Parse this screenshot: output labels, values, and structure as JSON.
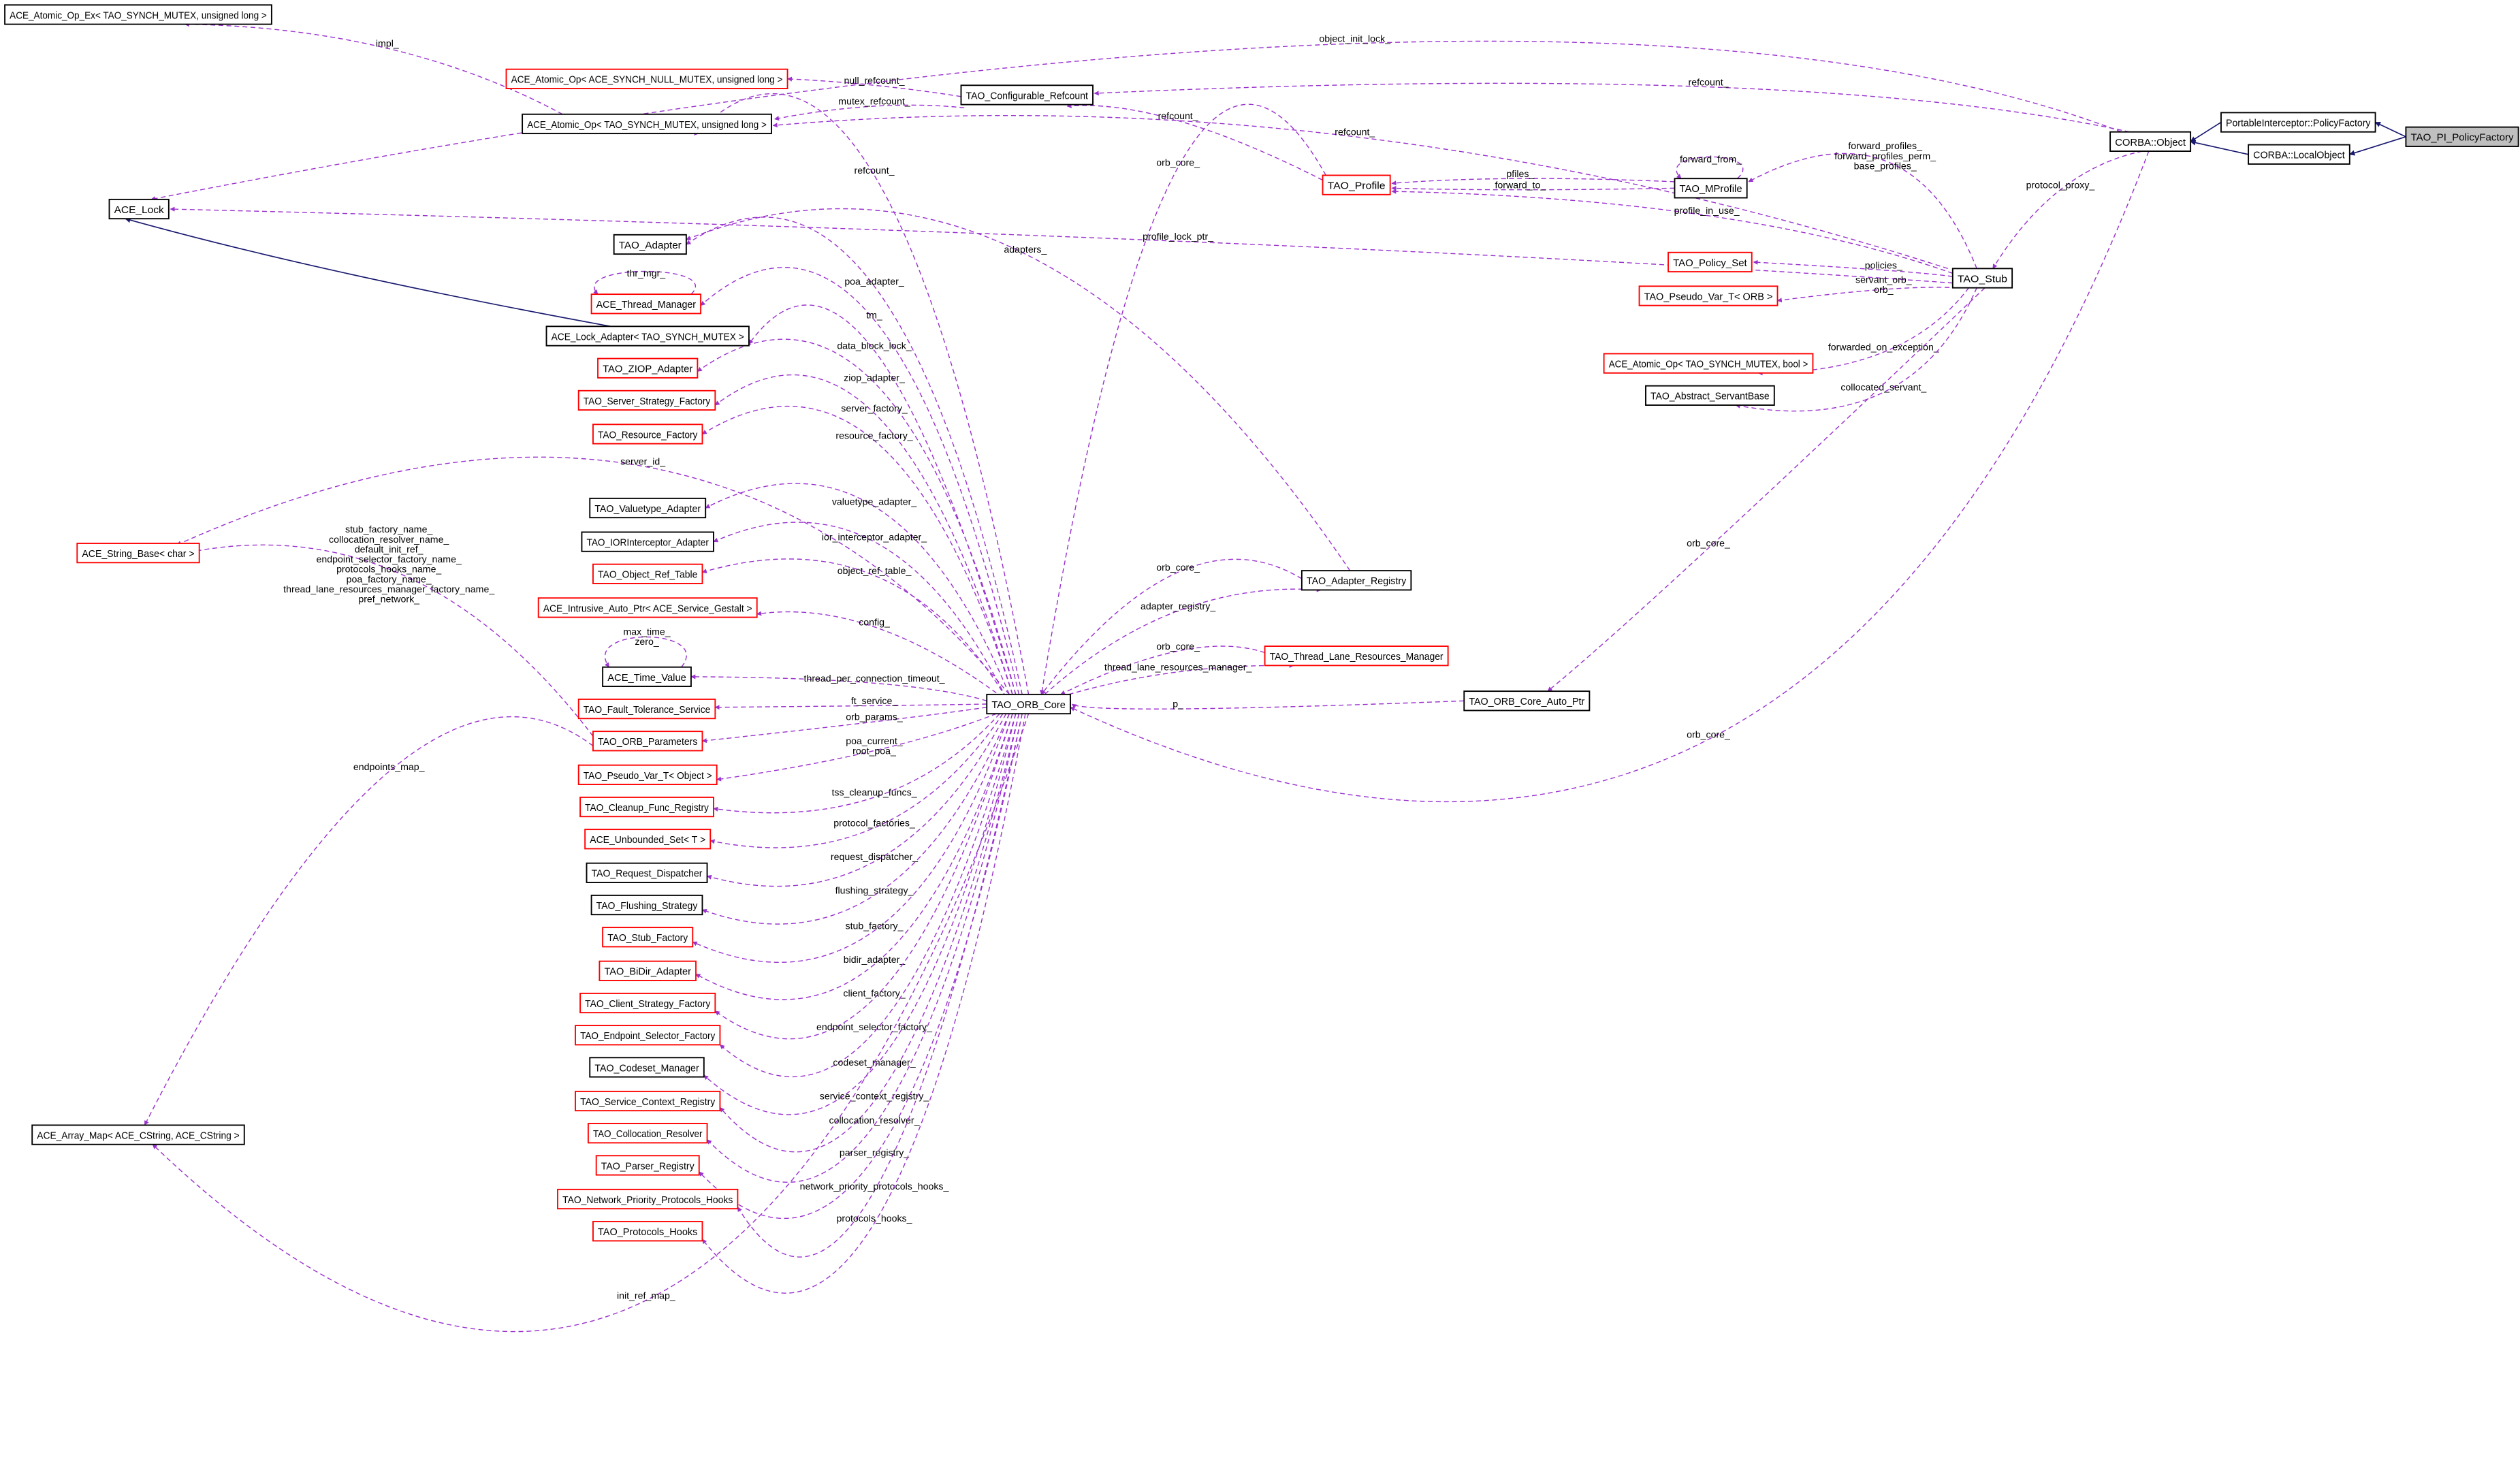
{
  "title": "TAO_PI_PolicyFactory collaboration diagram",
  "colors": {
    "dependency": "#9a32cd",
    "inheritance": "#191970",
    "incomplete_border": "#ff0000",
    "complete_border": "#000000",
    "focus_fill": "#bfbfbf"
  },
  "nodes": {
    "atomic_ex": {
      "label": "ACE_Atomic_Op_Ex< TAO_SYNCH_MUTEX, unsigned long >",
      "border": "#000000"
    },
    "atomic_null": {
      "label": "ACE_Atomic_Op< ACE_SYNCH_NULL_MUTEX, unsigned long >",
      "border": "#ff0000"
    },
    "conf_ref": {
      "label": "TAO_Configurable_Refcount",
      "border": "#000000"
    },
    "atomic_tsm": {
      "label": "ACE_Atomic_Op< TAO_SYNCH_MUTEX, unsigned long >",
      "border": "#000000"
    },
    "ace_lock": {
      "label": "ACE_Lock",
      "border": "#000000"
    },
    "tao_adapter": {
      "label": "TAO_Adapter",
      "border": "#000000"
    },
    "thread_mgr": {
      "label": "ACE_Thread_Manager",
      "border": "#ff0000"
    },
    "lock_adapter": {
      "label": "ACE_Lock_Adapter< TAO_SYNCH_MUTEX >",
      "border": "#000000"
    },
    "ziop": {
      "label": "TAO_ZIOP_Adapter",
      "border": "#ff0000"
    },
    "server_sf": {
      "label": "TAO_Server_Strategy_Factory",
      "border": "#ff0000"
    },
    "resource_f": {
      "label": "TAO_Resource_Factory",
      "border": "#ff0000"
    },
    "valuetype": {
      "label": "TAO_Valuetype_Adapter",
      "border": "#000000"
    },
    "ior_int": {
      "label": "TAO_IORInterceptor_Adapter",
      "border": "#000000"
    },
    "obj_ref": {
      "label": "TAO_Object_Ref_Table",
      "border": "#ff0000"
    },
    "intrusive": {
      "label": "ACE_Intrusive_Auto_Ptr< ACE_Service_Gestalt >",
      "border": "#ff0000"
    },
    "string_base": {
      "label": "ACE_String_Base< char >",
      "border": "#ff0000"
    },
    "time_value": {
      "label": "ACE_Time_Value",
      "border": "#000000"
    },
    "ft": {
      "label": "TAO_Fault_Tolerance_Service",
      "border": "#ff0000"
    },
    "orb_params": {
      "label": "TAO_ORB_Parameters",
      "border": "#ff0000"
    },
    "pv_object": {
      "label": "TAO_Pseudo_Var_T< Object >",
      "border": "#ff0000"
    },
    "cleanup": {
      "label": "TAO_Cleanup_Func_Registry",
      "border": "#ff0000"
    },
    "unbounded": {
      "label": "ACE_Unbounded_Set< T >",
      "border": "#ff0000"
    },
    "req_disp": {
      "label": "TAO_Request_Dispatcher",
      "border": "#000000"
    },
    "flushing": {
      "label": "TAO_Flushing_Strategy",
      "border": "#000000"
    },
    "stub_f": {
      "label": "TAO_Stub_Factory",
      "border": "#ff0000"
    },
    "bidir": {
      "label": "TAO_BiDir_Adapter",
      "border": "#ff0000"
    },
    "client_sf": {
      "label": "TAO_Client_Strategy_Factory",
      "border": "#ff0000"
    },
    "endpoint_sf": {
      "label": "TAO_Endpoint_Selector_Factory",
      "border": "#ff0000"
    },
    "codeset": {
      "label": "TAO_Codeset_Manager",
      "border": "#000000"
    },
    "svc_ctx": {
      "label": "TAO_Service_Context_Registry",
      "border": "#ff0000"
    },
    "colloc": {
      "label": "TAO_Collocation_Resolver",
      "border": "#ff0000"
    },
    "parser": {
      "label": "TAO_Parser_Registry",
      "border": "#ff0000"
    },
    "netprio": {
      "label": "TAO_Network_Priority_Protocols_Hooks",
      "border": "#ff0000"
    },
    "proto_hooks": {
      "label": "TAO_Protocols_Hooks",
      "border": "#ff0000"
    },
    "array_map": {
      "label": "ACE_Array_Map< ACE_CString, ACE_CString >",
      "border": "#000000"
    },
    "orb_core": {
      "label": "TAO_ORB_Core",
      "border": "#000000"
    },
    "adapter_reg": {
      "label": "TAO_Adapter_Registry",
      "border": "#000000"
    },
    "tlrm": {
      "label": "TAO_Thread_Lane_Resources_Manager",
      "border": "#ff0000"
    },
    "auto_ptr": {
      "label": "TAO_ORB_Core_Auto_Ptr",
      "border": "#000000"
    },
    "profile": {
      "label": "TAO_Profile",
      "border": "#ff0000"
    },
    "mprofile": {
      "label": "TAO_MProfile",
      "border": "#000000"
    },
    "policy_set": {
      "label": "TAO_Policy_Set",
      "border": "#ff0000"
    },
    "pv_orb": {
      "label": "TAO_Pseudo_Var_T< ORB >",
      "border": "#ff0000"
    },
    "atomic_bool": {
      "label": "ACE_Atomic_Op< TAO_SYNCH_MUTEX, bool >",
      "border": "#ff0000"
    },
    "servant_base": {
      "label": "TAO_Abstract_ServantBase",
      "border": "#000000"
    },
    "stub": {
      "label": "TAO_Stub",
      "border": "#000000"
    },
    "corba_object": {
      "label": "CORBA::Object",
      "border": "#000000"
    },
    "pi_policy_factory": {
      "label": "PortableInterceptor::PolicyFactory",
      "border": "#000000"
    },
    "local_object": {
      "label": "CORBA::LocalObject",
      "border": "#000000"
    },
    "tao_pi_pf": {
      "label": "TAO_PI_PolicyFactory",
      "border": "#000000",
      "focus": true
    }
  },
  "edges": [
    {
      "from": "atomic_tsm",
      "to": "atomic_ex",
      "label": [
        "impl_"
      ]
    },
    {
      "from": "conf_ref",
      "to": "atomic_null",
      "label": [
        "null_refcount_"
      ]
    },
    {
      "from": "conf_ref",
      "to": "atomic_tsm",
      "label": [
        "mutex_refcount_"
      ]
    },
    {
      "from": "corba_object",
      "to": "conf_ref",
      "label": [
        "refcount_"
      ]
    },
    {
      "from": "corba_object",
      "to": "ace_lock",
      "label": [
        "object_init_lock_"
      ]
    },
    {
      "from": "stub",
      "to": "atomic_tsm",
      "label": [
        "refcount_"
      ]
    },
    {
      "from": "orb_core",
      "to": "atomic_tsm",
      "label": [
        "refcount_"
      ]
    },
    {
      "from": "profile",
      "to": "conf_ref",
      "label": [
        "refcount_"
      ]
    },
    {
      "from": "profile",
      "to": "orb_core",
      "label": [
        "orb_core_"
      ]
    },
    {
      "from": "stub",
      "to": "ace_lock",
      "label": [
        "profile_lock_ptr_"
      ]
    },
    {
      "from": "mprofile",
      "to": "profile",
      "label": [
        "pfiles_"
      ]
    },
    {
      "from": "mprofile",
      "to": "profile",
      "label": [
        "forward_to_"
      ]
    },
    {
      "from": "mprofile",
      "to": "mprofile",
      "label": [
        "forward_from_"
      ]
    },
    {
      "from": "stub",
      "to": "mprofile",
      "label": [
        "forward_profiles_",
        "forward_profiles_perm_",
        "base_profiles_"
      ]
    },
    {
      "from": "stub",
      "to": "profile",
      "label": [
        "profile_in_use_"
      ]
    },
    {
      "from": "corba_object",
      "to": "stub",
      "label": [
        "protocol_proxy_"
      ]
    },
    {
      "from": "stub",
      "to": "policy_set",
      "label": [
        "policies_"
      ]
    },
    {
      "from": "stub",
      "to": "pv_orb",
      "label": [
        "servant_orb_",
        "orb_"
      ]
    },
    {
      "from": "stub",
      "to": "atomic_bool",
      "label": [
        "forwarded_on_exception_"
      ]
    },
    {
      "from": "stub",
      "to": "servant_base",
      "label": [
        "collocated_servant_"
      ]
    },
    {
      "from": "stub",
      "to": "auto_ptr",
      "label": [
        "orb_core_"
      ]
    },
    {
      "from": "corba_object",
      "to": "orb_core",
      "label": [
        "orb_core_"
      ]
    },
    {
      "from": "auto_ptr",
      "to": "orb_core",
      "label": [
        "p_"
      ]
    },
    {
      "from": "adapter_reg",
      "to": "orb_core",
      "label": [
        "orb_core_"
      ]
    },
    {
      "from": "orb_core",
      "to": "adapter_reg",
      "label": [
        "adapter_registry_"
      ]
    },
    {
      "from": "adapter_reg",
      "to": "tao_adapter",
      "label": [
        "adapters_"
      ]
    },
    {
      "from": "tlrm",
      "to": "orb_core",
      "label": [
        "orb_core_"
      ]
    },
    {
      "from": "orb_core",
      "to": "tlrm",
      "label": [
        "thread_lane_resources_manager_"
      ]
    },
    {
      "from": "orb_core",
      "to": "tao_adapter",
      "label": [
        "poa_adapter_"
      ]
    },
    {
      "from": "orb_core",
      "to": "thread_mgr",
      "label": [
        "tm_"
      ]
    },
    {
      "from": "thread_mgr",
      "to": "thread_mgr",
      "label": [
        "thr_mgr_"
      ]
    },
    {
      "from": "orb_core",
      "to": "lock_adapter",
      "label": [
        "data_block_lock_"
      ]
    },
    {
      "from": "orb_core",
      "to": "ziop",
      "label": [
        "ziop_adapter_"
      ]
    },
    {
      "from": "orb_core",
      "to": "server_sf",
      "label": [
        "server_factory_"
      ]
    },
    {
      "from": "orb_core",
      "to": "resource_f",
      "label": [
        "resource_factory_"
      ]
    },
    {
      "from": "orb_core",
      "to": "string_base",
      "label": [
        "server_id_"
      ]
    },
    {
      "from": "orb_core",
      "to": "valuetype",
      "label": [
        "valuetype_adapter_"
      ]
    },
    {
      "from": "orb_core",
      "to": "ior_int",
      "label": [
        "ior_interceptor_adapter_"
      ]
    },
    {
      "from": "orb_core",
      "to": "obj_ref",
      "label": [
        "object_ref_table_"
      ]
    },
    {
      "from": "orb_core",
      "to": "intrusive",
      "label": [
        "config_"
      ]
    },
    {
      "from": "time_value",
      "to": "time_value",
      "label": [
        "max_time_",
        "zero_"
      ]
    },
    {
      "from": "orb_core",
      "to": "time_value",
      "label": [
        "thread_per_connection_timeout_"
      ]
    },
    {
      "from": "orb_core",
      "to": "ft",
      "label": [
        "ft_service_"
      ]
    },
    {
      "from": "orb_core",
      "to": "orb_params",
      "label": [
        "orb_params_"
      ]
    },
    {
      "from": "orb_params",
      "to": "string_base",
      "label": [
        "stub_factory_name_",
        "collocation_resolver_name_",
        "default_init_ref_",
        "endpoint_selector_factory_name_",
        "protocols_hooks_name_",
        "poa_factory_name_",
        "thread_lane_resources_manager_factory_name_",
        "pref_network_"
      ]
    },
    {
      "from": "orb_params",
      "to": "array_map",
      "label": [
        "endpoints_map_"
      ]
    },
    {
      "from": "orb_core",
      "to": "pv_object",
      "label": [
        "poa_current_",
        "root_poa_"
      ]
    },
    {
      "from": "orb_core",
      "to": "cleanup",
      "label": [
        "tss_cleanup_funcs_"
      ]
    },
    {
      "from": "orb_core",
      "to": "unbounded",
      "label": [
        "protocol_factories_"
      ]
    },
    {
      "from": "orb_core",
      "to": "req_disp",
      "label": [
        "request_dispatcher_"
      ]
    },
    {
      "from": "orb_core",
      "to": "flushing",
      "label": [
        "flushing_strategy_"
      ]
    },
    {
      "from": "orb_core",
      "to": "stub_f",
      "label": [
        "stub_factory_"
      ]
    },
    {
      "from": "orb_core",
      "to": "bidir",
      "label": [
        "bidir_adapter_"
      ]
    },
    {
      "from": "orb_core",
      "to": "client_sf",
      "label": [
        "client_factory_"
      ]
    },
    {
      "from": "orb_core",
      "to": "endpoint_sf",
      "label": [
        "endpoint_selector_factory_"
      ]
    },
    {
      "from": "orb_core",
      "to": "codeset",
      "label": [
        "codeset_manager_"
      ]
    },
    {
      "from": "orb_core",
      "to": "svc_ctx",
      "label": [
        "service_context_registry_"
      ]
    },
    {
      "from": "orb_core",
      "to": "colloc",
      "label": [
        "collocation_resolver_"
      ]
    },
    {
      "from": "orb_core",
      "to": "parser",
      "label": [
        "parser_registry_"
      ]
    },
    {
      "from": "orb_core",
      "to": "netprio",
      "label": [
        "network_priority_protocols_hooks_"
      ]
    },
    {
      "from": "orb_core",
      "to": "proto_hooks",
      "label": [
        "protocols_hooks_"
      ]
    },
    {
      "from": "orb_core",
      "to": "array_map",
      "label": [
        "init_ref_map_"
      ]
    }
  ],
  "inheritance": [
    {
      "from": "lock_adapter",
      "to": "ace_lock"
    },
    {
      "from": "pi_policy_factory",
      "to": "corba_object"
    },
    {
      "from": "local_object",
      "to": "corba_object"
    },
    {
      "from": "tao_pi_pf",
      "to": "pi_policy_factory"
    },
    {
      "from": "tao_pi_pf",
      "to": "local_object"
    }
  ]
}
